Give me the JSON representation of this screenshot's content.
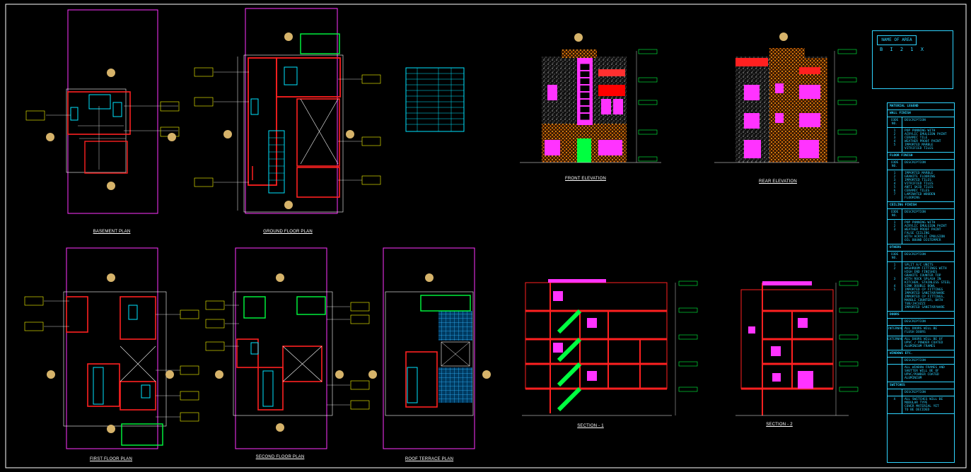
{
  "drawing": {
    "labels": {
      "basement": "BASEMENT PLAN",
      "ground": "GROUND FLOOR PLAN",
      "first": "FIRST FLOOR PLAN",
      "second": "SECOND FLOOR PLAN",
      "roof": "ROOF TERRACE PLAN",
      "front": "FRONT ELEVATION",
      "rear": "REAR ELEVATION",
      "section1": "SECTION - 1",
      "section2": "SECTION - 2"
    },
    "area_key": {
      "title": "NAME OF AREA",
      "code": "B I 2 1 X"
    },
    "legend": {
      "title": "MATERIAL LEGEND",
      "sections": [
        {
          "head": "WALL FINISH",
          "rows": [
            {
              "code": "CODE NO.",
              "desc": "DESCRIPTION"
            },
            {
              "code": "1\n2\n3\n4\n5",
              "desc": "POP PUNNING WITH\nACRYLIC EMULSION PAINT\nCERAMIC TILE\nWEATHER PROOF PAINT\nIMPORTED MARBLE\nVITRIFIED TILES"
            }
          ]
        },
        {
          "head": "FLOOR FINISH",
          "rows": [
            {
              "code": "CODE NO.",
              "desc": "DESCRIPTION"
            },
            {
              "code": "1\n2\n3\n4\n5\n6\n7",
              "desc": "IMPORTED MARBLE\nGRANITE FLOORING\nIMPORTED TILES\nVITRIFIED TILES\nANTI SKID TILES\nCERAMIC TILES\nLAMINATED WOODEN\nFLOORING"
            }
          ]
        },
        {
          "head": "CEILING FINISH",
          "rows": [
            {
              "code": "CODE NO.",
              "desc": "DESCRIPTION"
            },
            {
              "code": "1\n2\n3",
              "desc": "POP PUNNING WITH\nACRYLIC EMULSION PAINT\nWEATHER PROOF PAINT\nFALSE CEILING\nWITH ACRYLIC EMULSION\nOIL BOUND DISTEMPER"
            }
          ]
        },
        {
          "head": "OTHERS",
          "rows": [
            {
              "code": "CODE NO.",
              "desc": "DESCRIPTION"
            },
            {
              "code": "1\n2\n\n\n3\n\n4\n5",
              "desc": "SPLIT A/C UNITS\nWASHROOM FITTINGS WITH\nHIGH END FINISHES\nGRANITE COUNTER TOP\nWITH ROCK SPLASH IN\nKITCHEN, STAINLESS STEEL\nSINK DOUBLE BOWL\nIMPORTED CP FITTINGS\nIMPORTED SANITARYWARE\nIMPORTED CP FITTINGS,\nMARBLE COUNTER, BATH\nTUB/JACUZZI\nIMPORTED SANITARYWARE"
            }
          ]
        },
        {
          "head": "DOORS",
          "rows": [
            {
              "code": "",
              "desc": "DESCRIPTION"
            },
            {
              "code": "INTERNAL",
              "desc": "ALL DOORS WILL BE\nFLUSH DOORS"
            },
            {
              "code": "EXTERNAL",
              "desc": "ALL DOORS WILL BE OF\nUPVC / POWDER COATED\nALUMINIUM FRAMES"
            }
          ]
        },
        {
          "head": "WINDOWS ETC.",
          "rows": [
            {
              "code": "",
              "desc": "DESCRIPTION"
            },
            {
              "code": "",
              "desc": "ALL WINDOW FRAMES AND\nSHUTTER WILL BE OF\nUPVC/POWDER COATED\nALUMINIUM"
            }
          ]
        },
        {
          "head": "SWITCHES",
          "rows": [
            {
              "code": "",
              "desc": "DESCRIPTION"
            },
            {
              "code": "X",
              "desc": "ALL SWITCHES WILL BE\nMODULAR TYPE\nCOVER MATERIAL YET\nTO BE DECIDED"
            }
          ]
        }
      ]
    }
  }
}
